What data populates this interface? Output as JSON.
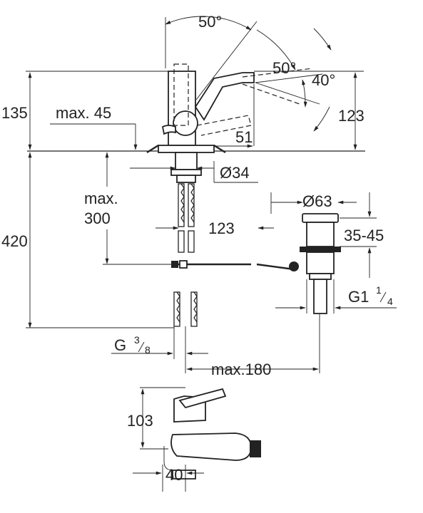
{
  "drawing": {
    "angles": {
      "top_lever": "50°",
      "spout_right": "50°",
      "spout_tilt": "40°"
    },
    "dims": {
      "height_135": "135",
      "max_45": "max. 45",
      "height_123": "123",
      "spout_51": "51",
      "dia_34": "Ø34",
      "max_300_a": "max.",
      "max_300_b": "300",
      "height_420": "420",
      "hose_123": "123",
      "dia_63": "Ø63",
      "range_35_45": "35-45",
      "g1_base": "G1",
      "g1_num": "1",
      "g1_den": "4",
      "g38_base": "G",
      "g38_num": "3",
      "g38_den": "8",
      "max_180": "max.180",
      "height_103": "103",
      "depth_40": "40"
    }
  }
}
